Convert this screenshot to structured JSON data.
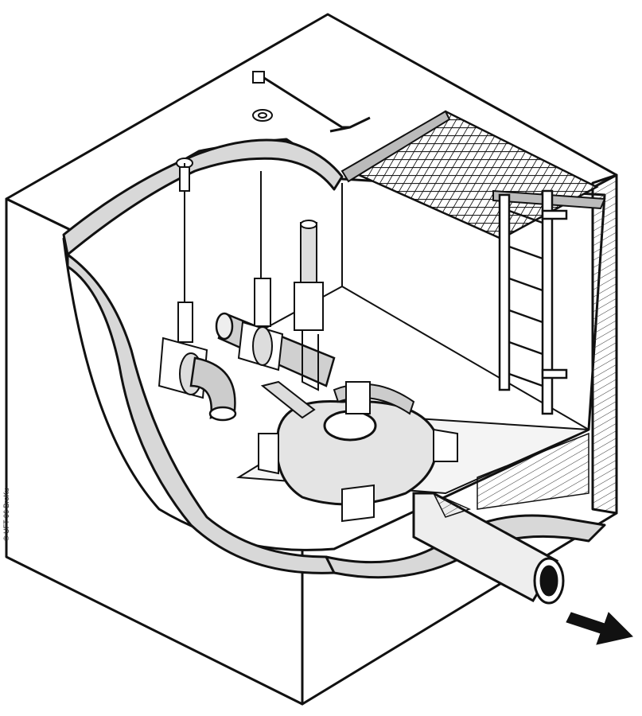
{
  "figure": {
    "copyright": "© UFT 96 BroKu",
    "colors": {
      "line": "#111111",
      "fill": "#ffffff",
      "wall_fill": "#dcdcdc",
      "shade": "#b9b9b9",
      "arrow": "#111111"
    },
    "parts": [
      "manhole-shaft",
      "grating-cover",
      "ladder",
      "knife-gate-valve-left",
      "knife-gate-valve-center",
      "pneumatic-actuator",
      "inlet-pipe",
      "elbow-pipe",
      "tank-chamber",
      "outlet-pipe",
      "flow-arrow"
    ]
  }
}
